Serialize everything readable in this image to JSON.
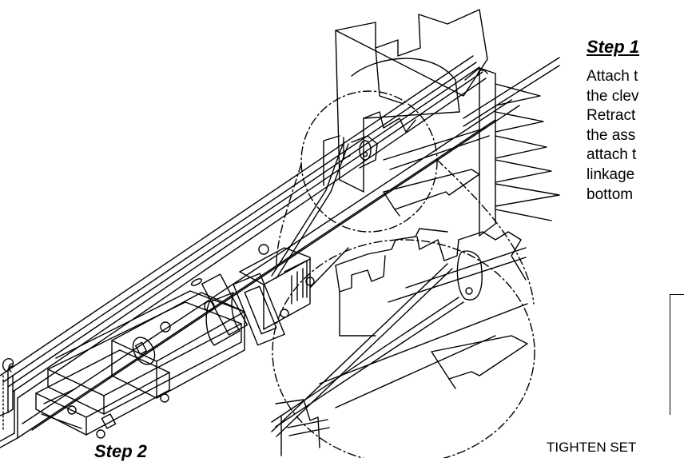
{
  "step1": {
    "title": "Step 1",
    "lines": [
      "Attach t",
      "the clev",
      "Retract",
      "the ass",
      "attach t",
      "linkage",
      "bottom"
    ]
  },
  "step2": {
    "title": "Step 2"
  },
  "callout": {
    "label": "TIGHTEN SET"
  },
  "colors": {
    "ink": "#000000",
    "background": "#ffffff"
  }
}
